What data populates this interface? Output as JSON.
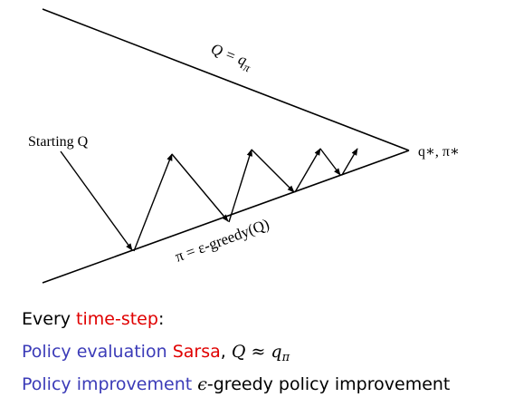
{
  "diagram": {
    "top_line_label": "Q = q",
    "top_line_label_sub": "π",
    "bottom_line_label": "π = ε-greedy(Q)",
    "start_label": "Starting Q",
    "apex_label": "q∗, π∗"
  },
  "captions": {
    "line1_prefix": "Every ",
    "line1_highlight": "time-step",
    "line1_suffix": ":",
    "line2_label": "Policy evaluation",
    "line2_method": "Sarsa",
    "line2_comma": ",",
    "line2_math": "Q ≈ q",
    "line2_math_sub": "π",
    "line3_label": "Policy improvement",
    "line3_math": "ϵ",
    "line3_text": "-greedy policy improvement"
  },
  "colors": {
    "blue": "#3b3bb8",
    "red": "#e00000",
    "ink": "#000000"
  }
}
